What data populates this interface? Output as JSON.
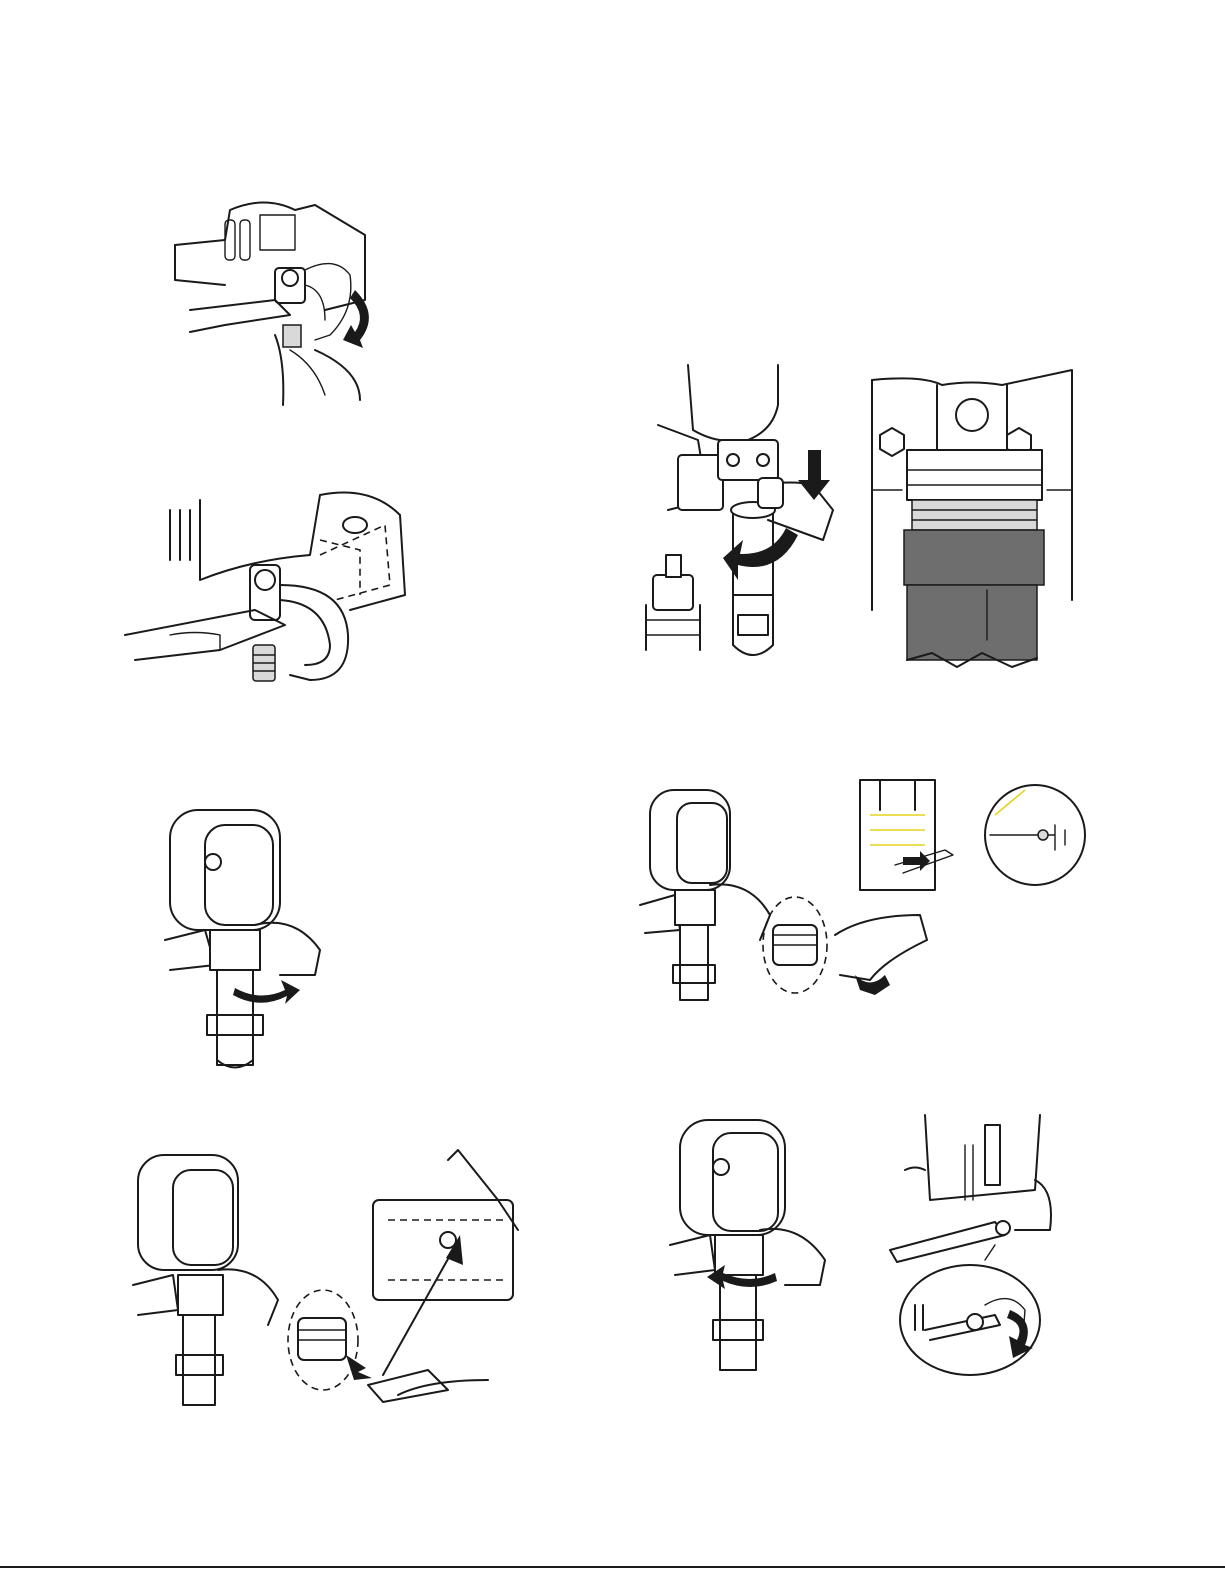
{
  "page": {
    "figures": [
      {
        "name": "guard-rotation-top"
      },
      {
        "name": "wrench-on-pin"
      },
      {
        "name": "pump-hose-disconnect"
      },
      {
        "name": "pump-connection-detail"
      },
      {
        "name": "pump-rotate-left"
      },
      {
        "name": "pin-removal-with-detail"
      },
      {
        "name": "pin-insertion-with-detail"
      },
      {
        "name": "pump-rotate-back"
      },
      {
        "name": "pin-tighten-with-detail"
      }
    ]
  }
}
